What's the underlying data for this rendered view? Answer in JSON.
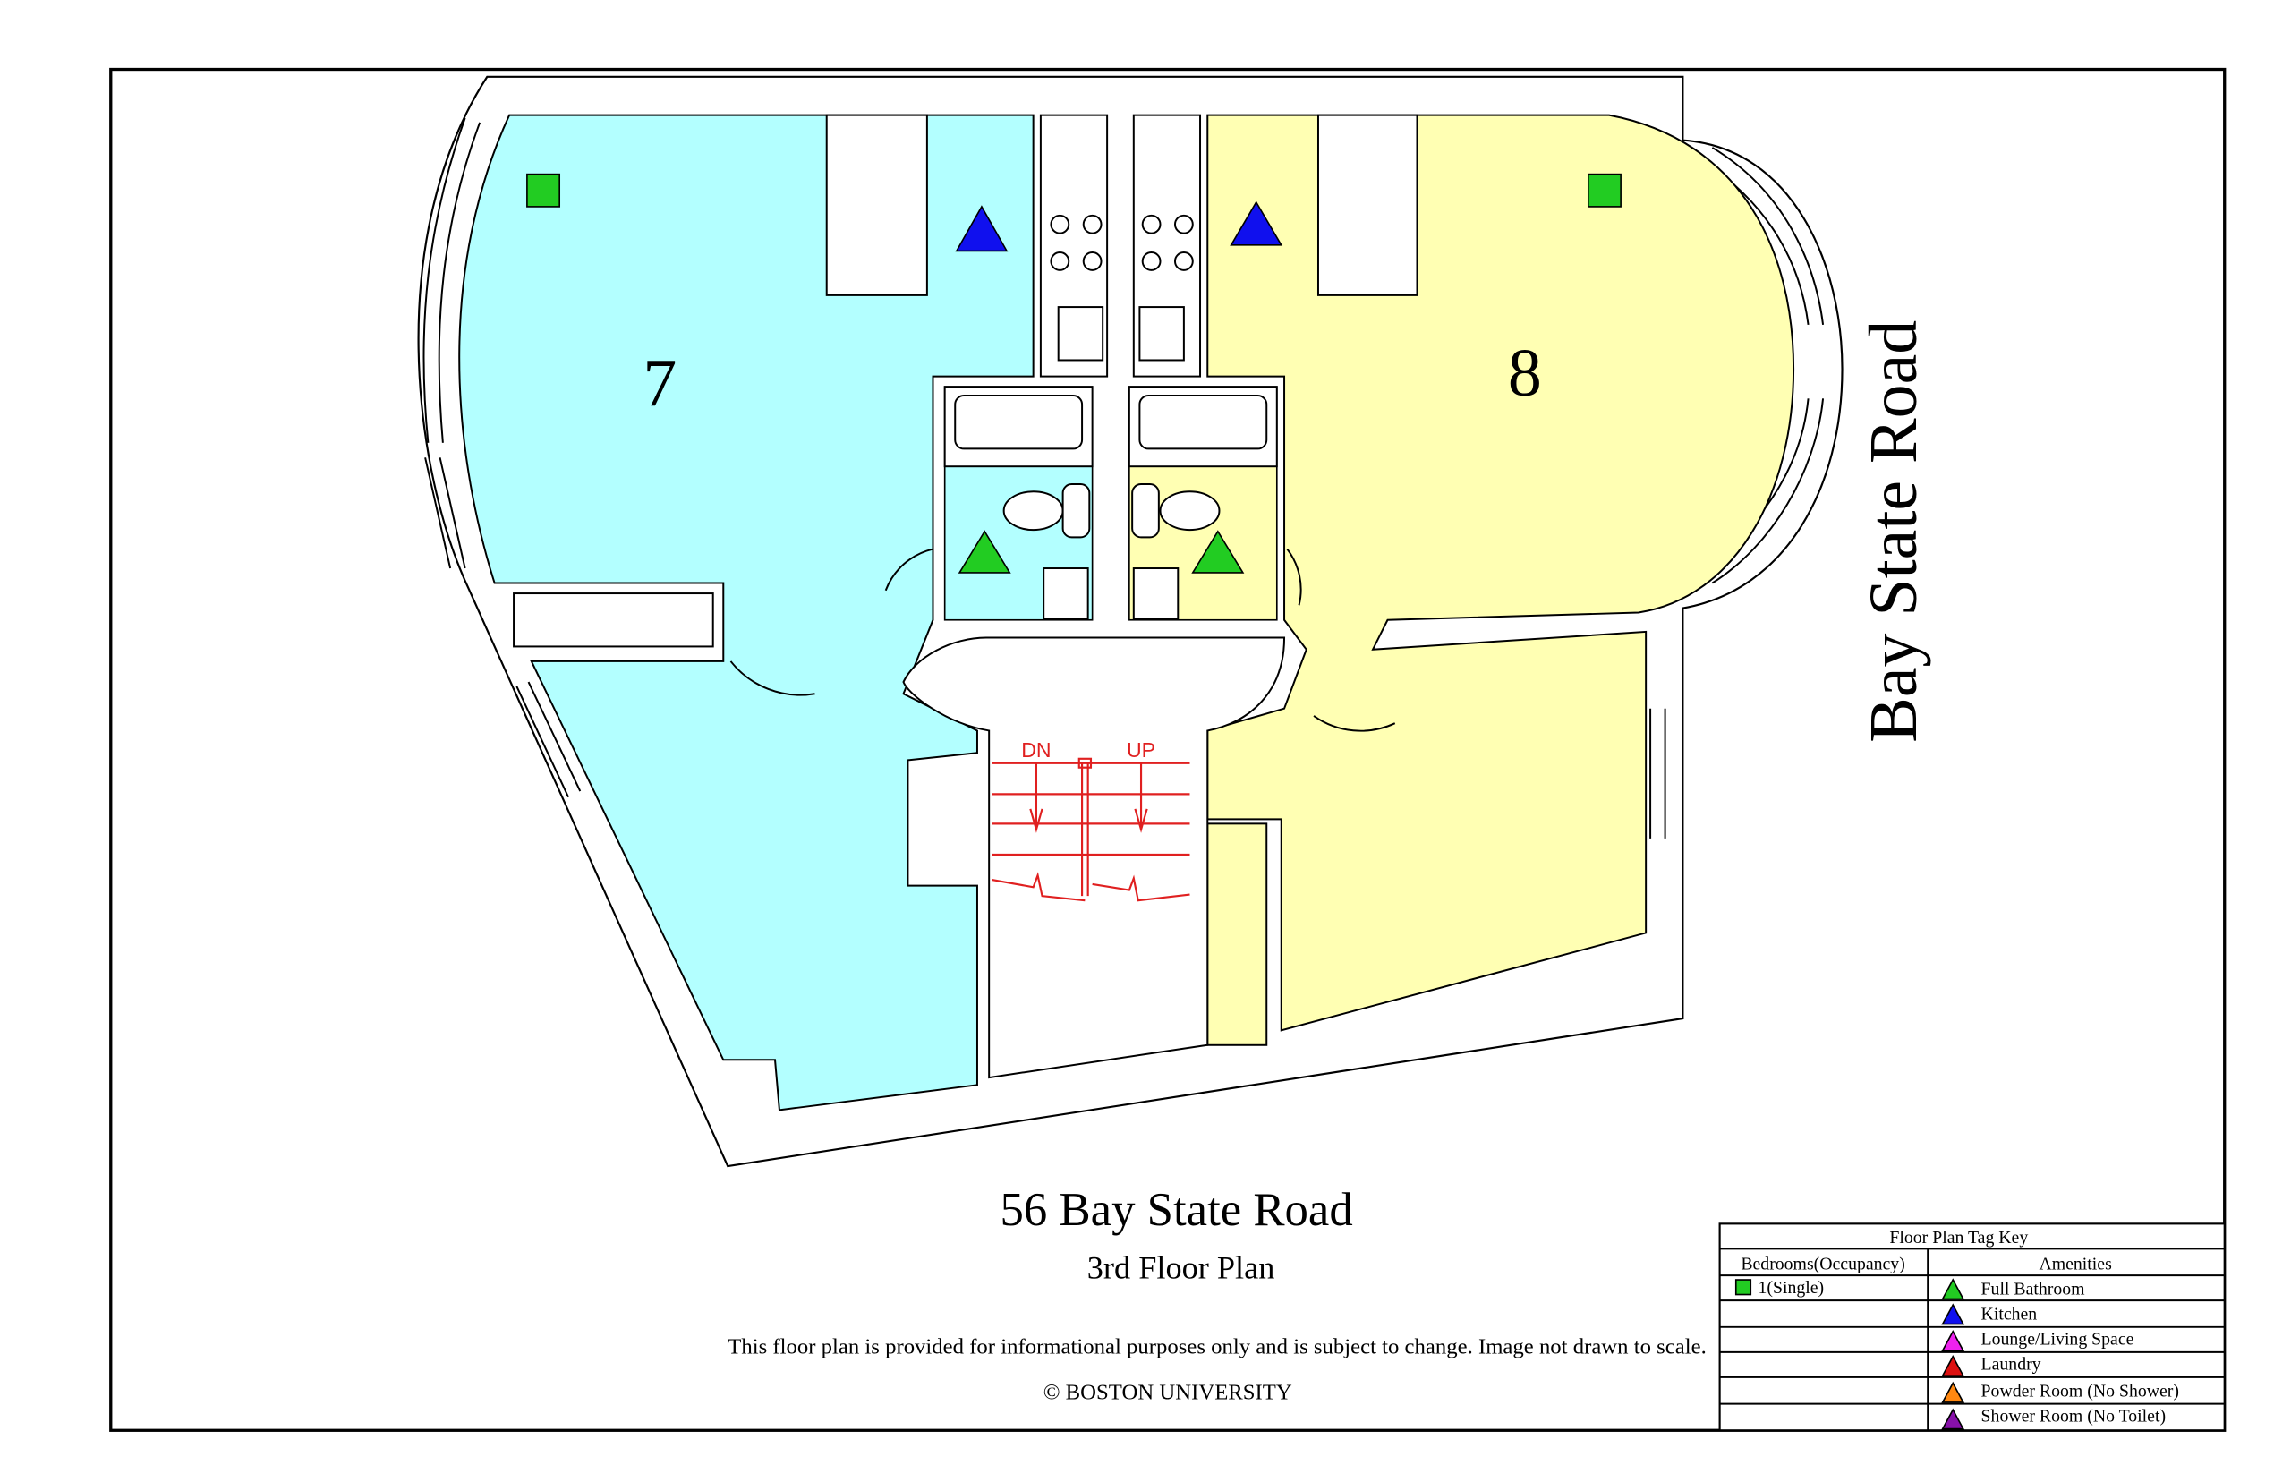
{
  "plan": {
    "units": [
      {
        "number": "7",
        "color": "#b3ffff"
      },
      {
        "number": "8",
        "color": "#ffffb3"
      }
    ],
    "street_label": "Bay State Road",
    "stairs": {
      "down_label": "DN",
      "up_label": "UP",
      "color": "#e02020"
    }
  },
  "footer": {
    "title": "56 Bay State Road",
    "subtitle": "3rd Floor Plan",
    "disclaimer": "This floor plan is provided for informational purposes only and is subject to change. Image not drawn to scale.",
    "copyright": "© BOSTON UNIVERSITY"
  },
  "legend": {
    "title": "Floor Plan Tag Key",
    "bedrooms_header": "Bedrooms(Occupancy)",
    "amenities_header": "Amenities",
    "bedrooms": [
      {
        "label": "1(Single)",
        "color": "#22cc22"
      }
    ],
    "amenities": [
      {
        "label": "Full Bathroom",
        "color": "#22cc22"
      },
      {
        "label": "Kitchen",
        "color": "#1010ee"
      },
      {
        "label": "Lounge/Living Space",
        "color": "#ee22ee"
      },
      {
        "label": "Laundry",
        "color": "#dd1111"
      },
      {
        "label": "Powder Room (No Shower)",
        "color": "#ff8811"
      },
      {
        "label": "Shower Room (No Toilet)",
        "color": "#8811aa"
      }
    ]
  }
}
